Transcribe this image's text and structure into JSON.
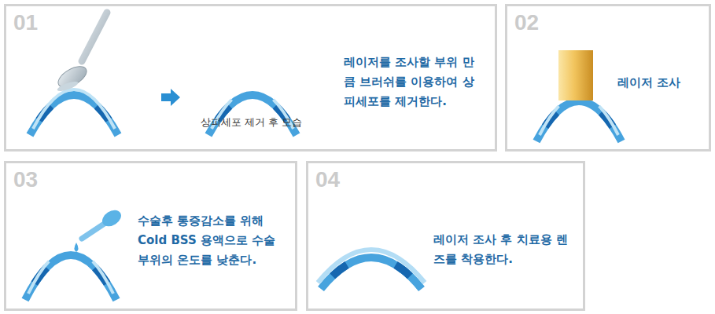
{
  "diagram": {
    "nodes": [
      {
        "text": [
          "01",
          "상피세포 제거 후 모습",
          "레이저를 조사할 부위 만큼 브러쉬를 이용하여 상피세포를 제거한다."
        ]
      },
      {
        "text": [
          "02",
          "레이저 조사"
        ]
      },
      {
        "text": [
          "03",
          "수술후 통증감소를 위해 Cold BSS 용액으로 수술 부위의 온도를 낮춘다."
        ]
      },
      {
        "text": [
          "04",
          "레이저 조사 후 치료용 렌즈를 착용한다."
        ]
      }
    ]
  }
}
